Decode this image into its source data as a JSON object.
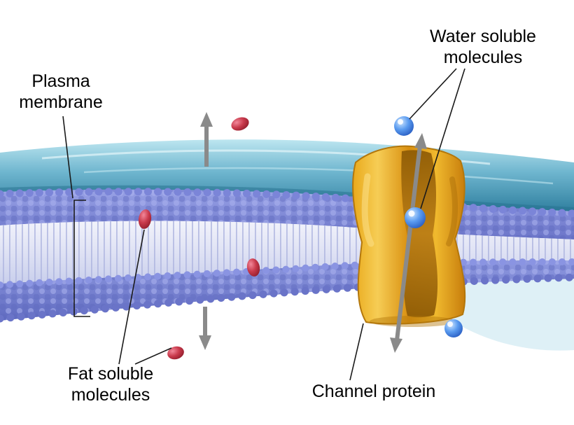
{
  "title": "Plasma membrane transport diagram",
  "labels": {
    "plasma_membrane": "Plasma\nmembrane",
    "water_soluble": "Water soluble\nmolecules",
    "fat_soluble": "Fat soluble\nmolecules",
    "channel_protein": "Channel protein"
  },
  "colors": {
    "background": "#ffffff",
    "water_surface_light": "#b9e3ee",
    "water_surface_mid": "#6fb6cf",
    "water_surface_deep": "#2f7f9f",
    "lipid_heads": "#7d88d6",
    "lipid_heads_dark": "#6a74c8",
    "lipid_tails": "#e9ebf8",
    "protein_yellow": "#eeae2c",
    "protein_highlight": "#f6cd55",
    "protein_shadow": "#b3770c",
    "fat_molecule_red": "#b02435",
    "fat_molecule_highlight": "#f2889a",
    "water_molecule_blue": "#3b74d9",
    "water_molecule_highlight": "#cfe6ff",
    "arrow_gray": "#8a8a8a",
    "label_line": "#1a1a1a",
    "text": "#000000"
  }
}
